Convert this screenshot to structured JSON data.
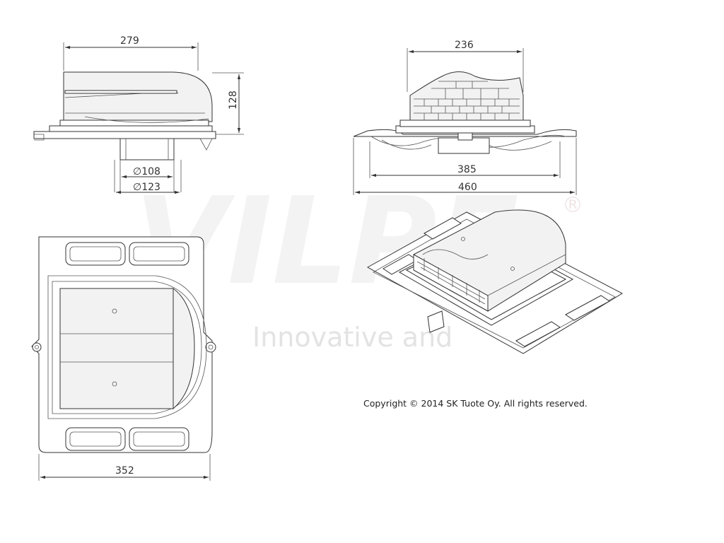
{
  "watermark": {
    "logo": "VILPE",
    "registered": "®",
    "tagline": "Innovative and"
  },
  "dimensions": {
    "side_width": "279",
    "side_height": "128",
    "pipe_inner": "∅108",
    "pipe_outer": "∅123",
    "front_top": "236",
    "front_mid": "385",
    "front_bottom": "460",
    "plan_width": "352"
  },
  "copyright": "Copyright © 2014 SK Tuote Oy. All rights reserved.",
  "colors": {
    "line": "#333333",
    "watermark_logo": "#f3f3f3",
    "watermark_text": "#e3e3e3"
  }
}
